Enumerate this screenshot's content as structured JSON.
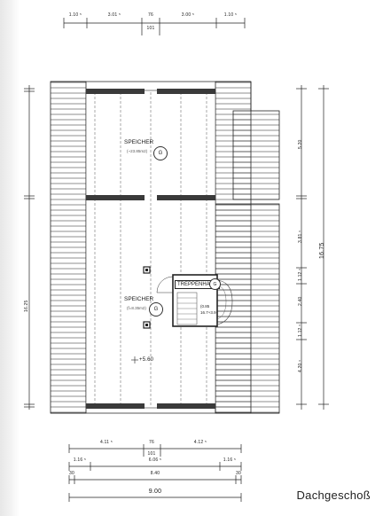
{
  "plan": {
    "title": "Dachgeschoß",
    "top_dims": [
      "1.10 ⁵",
      "3.01 ⁵",
      "76",
      "3.00 ⁵",
      "1.10 ⁵"
    ],
    "top_sub_dim": "101",
    "rooms": [
      {
        "name": "SPEICHER",
        "area": "(~23.85m2)",
        "badge": "G"
      },
      {
        "name": "SPEICHER",
        "area": "(f=8.35m2)",
        "badge": "G"
      }
    ],
    "stair": {
      "label": "TREPPENHAUS",
      "badge": "G",
      "area": "(0.85",
      "area2": "16.7+3.9"
    },
    "elevation_label": "+5.60",
    "right_dims": [
      "5.20",
      "3.81 ⁵",
      "1.12 ⁵",
      "2.40",
      "1.12 ⁵",
      "4.20 ⁵"
    ],
    "right_total": "16.75",
    "left_dim": "16.25",
    "bottom_dims_row1": [
      "4.11 ⁵",
      "76",
      "4.12 ⁵"
    ],
    "bottom_sub_dim": "101",
    "bottom_dims_row2": [
      "1.16 ⁵",
      "6.06 ⁵",
      "1.16 ⁵"
    ],
    "bottom_dims_row3": [
      "30",
      "8.40",
      "30"
    ],
    "bottom_total": "9.00",
    "colors": {
      "ink": "#1a1a1a",
      "hatch": "#2b2b2b",
      "wall": "#3a3a3a"
    }
  }
}
